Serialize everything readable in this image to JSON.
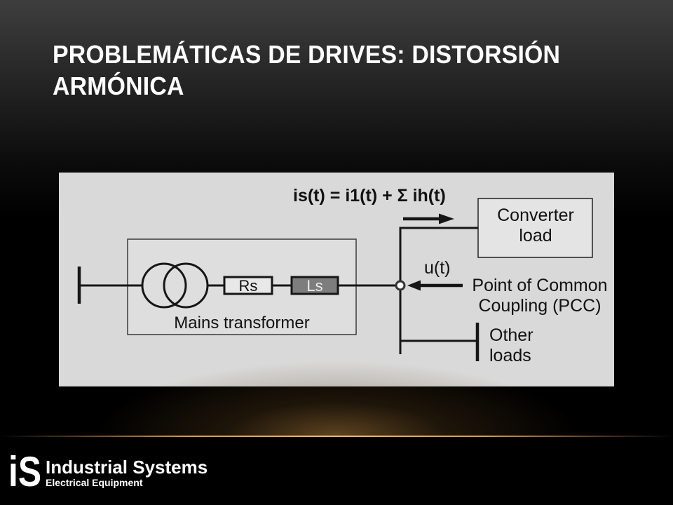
{
  "slide": {
    "title": "PROBLEMÁTICAS DE DRIVES: DISTORSIÓN ARMÓNICA"
  },
  "diagram": {
    "formula": "is(t) = i1(t) + Σ ih(t)",
    "converter_load": [
      "Converter",
      "load"
    ],
    "voltage_label": "u(t)",
    "pcc_label": [
      "Point of Common",
      "Coupling (PCC)"
    ],
    "other_loads": [
      "Other",
      "loads"
    ],
    "resistor_label": "Rs",
    "inductor_label": "Ls",
    "transformer_label": "Mains transformer"
  },
  "logo": {
    "mark": "iS",
    "name": "Industrial Systems",
    "tagline": "Electrical Equipment"
  },
  "colors": {
    "diagram_background": "#d9d9d9",
    "accent_line": "#f2bb6b",
    "title_text": "#ffffff"
  }
}
